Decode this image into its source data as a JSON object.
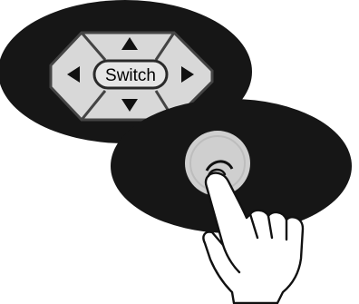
{
  "illustration": {
    "remote_top": {
      "switch_label": "Switch",
      "arrows": [
        "up",
        "down",
        "left",
        "right"
      ]
    },
    "remote_bottom": {
      "button": "round-press-button"
    },
    "hand": "pointing-hand-pressing-button"
  },
  "colors": {
    "body": "#161616",
    "pad_fill": "#d9d9d9",
    "pad_outline": "#3a3a3a",
    "button_fill": "#cfcfcf",
    "arrow": "#111111",
    "hand_outline": "#111111",
    "hand_fill": "#ffffff"
  }
}
